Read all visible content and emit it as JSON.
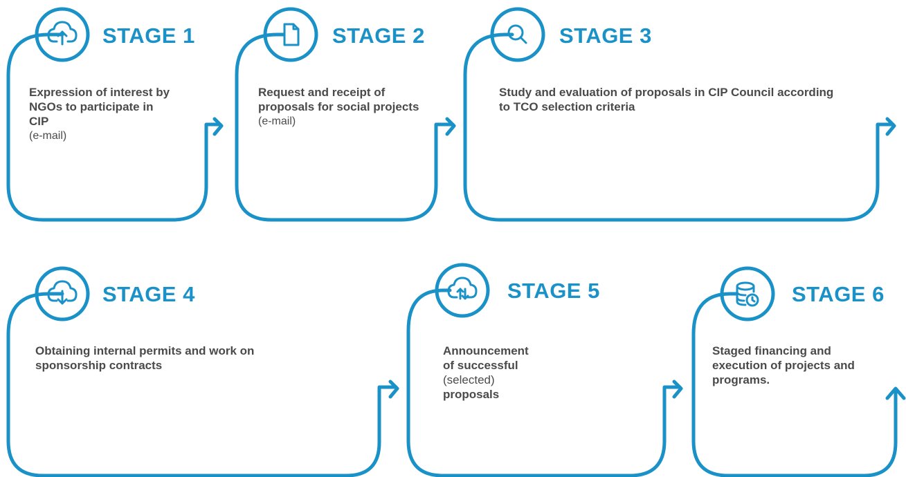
{
  "colors": {
    "accent": "#1a92c8",
    "text": "#4a4a4a",
    "background": "#ffffff"
  },
  "stages": [
    {
      "title": "STAGE 1",
      "icon": "cloud-upload-icon",
      "text": "Expression of interest by NGOs to participate in CIP",
      "note": "(e-mail)"
    },
    {
      "title": "STAGE 2",
      "icon": "document-icon",
      "text": "Request and receipt of proposals for social projects",
      "note": "(e-mail)"
    },
    {
      "title": "STAGE 3",
      "icon": "search-icon",
      "text": "Study and evaluation of proposals in CIP Council according to TCO selection criteria"
    },
    {
      "title": "STAGE 4",
      "icon": "cloud-download-icon",
      "text": "Obtaining internal permits and work on sponsorship contracts"
    },
    {
      "title": "STAGE 5",
      "icon": "cloud-sync-icon",
      "text_line1": "Announcement",
      "text_line2": "of successful",
      "note": "(selected)",
      "text_line3": "proposals"
    },
    {
      "title": "STAGE 6",
      "icon": "database-clock-icon",
      "text": "Staged financing and execution of projects and programs."
    }
  ]
}
